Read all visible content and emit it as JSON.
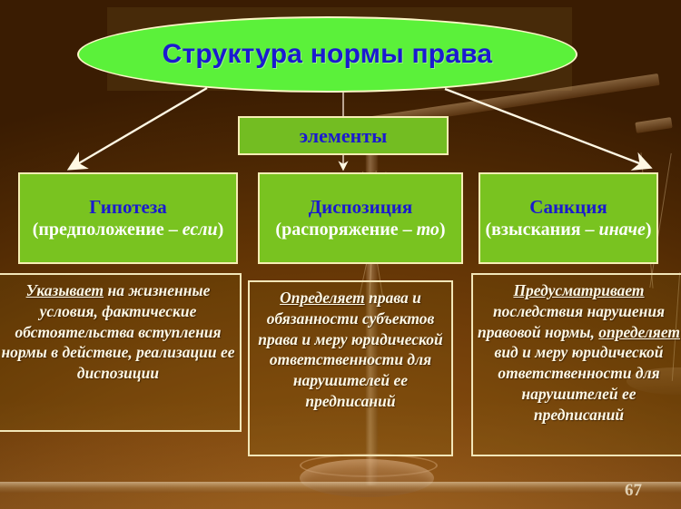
{
  "slide": {
    "title": "Структура нормы права",
    "page_number": "67",
    "colors": {
      "background_brown": "#7a440c",
      "title_green": "#5bf13a",
      "box_green": "#79c320",
      "elements_green": "#73bd22",
      "heading_blue": "#1a1ad0",
      "border_cream": "#f6edb4",
      "body_cream": "#fdf8e6"
    }
  },
  "elements_label": "элементы",
  "elements": [
    {
      "id": "gipoteza",
      "heading": "Гипотеза",
      "subtitle_plain": "(предположение – ",
      "subtitle_italic": "если",
      "subtitle_tail": ")",
      "description_underlined": "Указывает",
      "description_rest": " на жизненные условия, фактические обстоятельства вступления нормы в действие, реализации ее диспозиции",
      "description_full": "Указывает на жизненные условия, фактические обстоятельства вступления нормы в действие, реализации ее диспозиции"
    },
    {
      "id": "dispozicia",
      "heading": "Диспозиция",
      "subtitle_plain": "(распоряжение – ",
      "subtitle_italic": "то",
      "subtitle_tail": ")",
      "description_underlined": "Определяет",
      "description_rest": " права и обязанности субъектов права и меру юридической ответственности для нарушителей ее предписаний",
      "description_full": "Определяет права и обязанности субъектов права и меру юридической ответственности для нарушителей ее предписаний"
    },
    {
      "id": "sankcia",
      "heading": "Санкция",
      "subtitle_plain": "(взыскания – ",
      "subtitle_italic": "иначе",
      "subtitle_tail": ")",
      "description_underlined": "Предусматривает",
      "description_rest": " последствия нарушения правовой нормы, ",
      "description_underlined_2": "определяет",
      "description_rest_2": " вид и меру юридической ответственности для нарушителей ее предписаний",
      "description_full": "Предусматривает последствия нарушения правовой нормы, определяет вид и меру юридической ответственности для нарушителей ее предписаний"
    }
  ],
  "decor": {
    "background_image": "scales-of-justice"
  }
}
